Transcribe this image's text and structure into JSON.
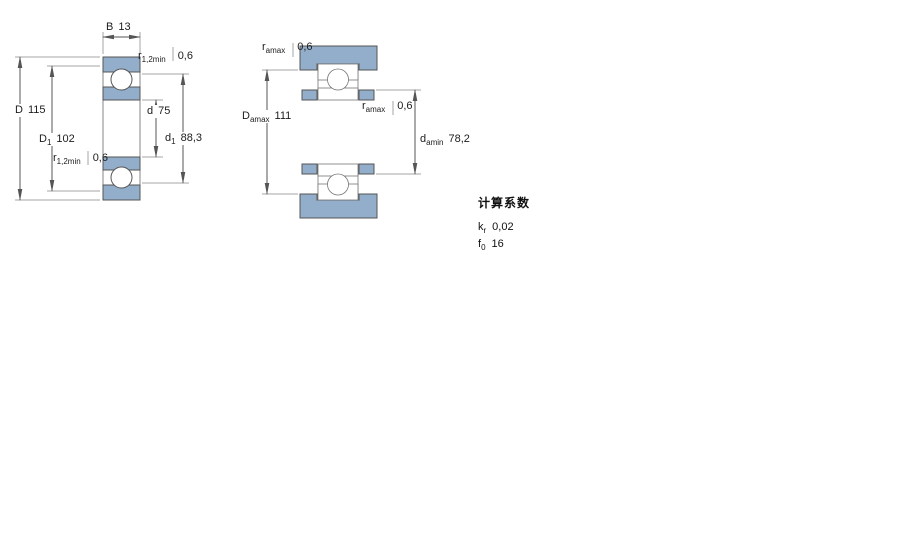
{
  "drawing": {
    "colors": {
      "fill": "#92AECA",
      "outline": "#555555",
      "thin_line": "#888888"
    },
    "left_view": {
      "name": "bearing-cross-section",
      "dims": {
        "B": {
          "sym": "B",
          "sub": "",
          "value": "13"
        },
        "r_top": {
          "sym": "r",
          "sub": "1,2min",
          "value": "0,6"
        },
        "D": {
          "sym": "D",
          "sub": "",
          "value": "115"
        },
        "D1": {
          "sym": "D",
          "sub": "1",
          "value": "102"
        },
        "d": {
          "sym": "d",
          "sub": "",
          "value": "75"
        },
        "d1": {
          "sym": "d",
          "sub": "1",
          "value": "88,3"
        },
        "r_bottom": {
          "sym": "r",
          "sub": "1,2min",
          "value": "0,6"
        }
      }
    },
    "right_view": {
      "name": "abutment-dimensions",
      "dims": {
        "r_top": {
          "sym": "r",
          "sub": "amax",
          "value": "0,6"
        },
        "Da": {
          "sym": "D",
          "sub": "amax",
          "value": "111"
        },
        "r_mid": {
          "sym": "r",
          "sub": "amax",
          "value": "0,6"
        },
        "da": {
          "sym": "d",
          "sub": "amin",
          "value": "78,2"
        }
      }
    }
  },
  "factors": {
    "title": "计算系数",
    "rows": [
      {
        "sym": "k",
        "sub": "r",
        "value": "0,02"
      },
      {
        "sym": "f",
        "sub": "0",
        "value": "16"
      }
    ]
  }
}
